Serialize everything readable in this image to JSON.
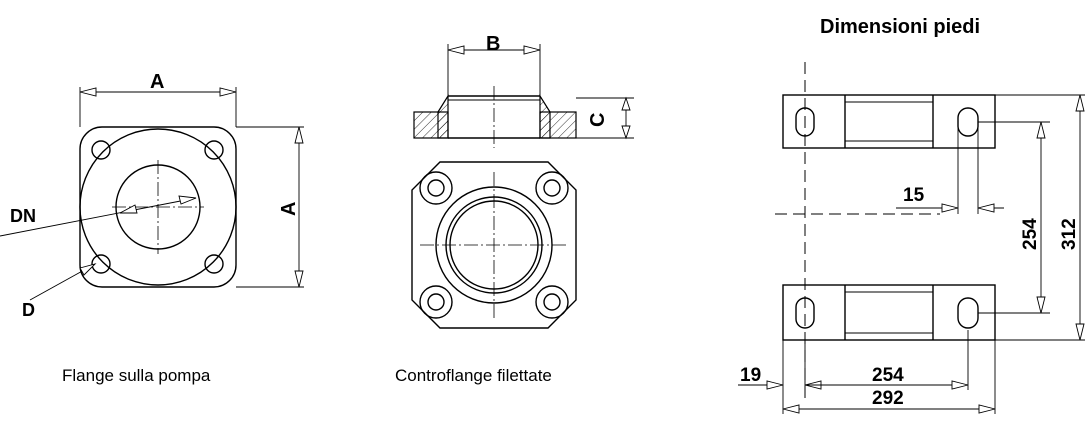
{
  "titles": {
    "feet": "Dimensioni piedi"
  },
  "captions": {
    "pump_flange": "Flange sulla pompa",
    "counterflange": "Controflange filettate"
  },
  "labels": {
    "A_top": "A",
    "A_side": "A",
    "DN": "DN",
    "D": "D",
    "B": "B",
    "C": "C"
  },
  "dimensions": {
    "hole_width": "15",
    "inner_vertical": "254",
    "outer_vertical": "312",
    "offset": "19",
    "inner_horizontal": "254",
    "outer_horizontal": "292"
  }
}
